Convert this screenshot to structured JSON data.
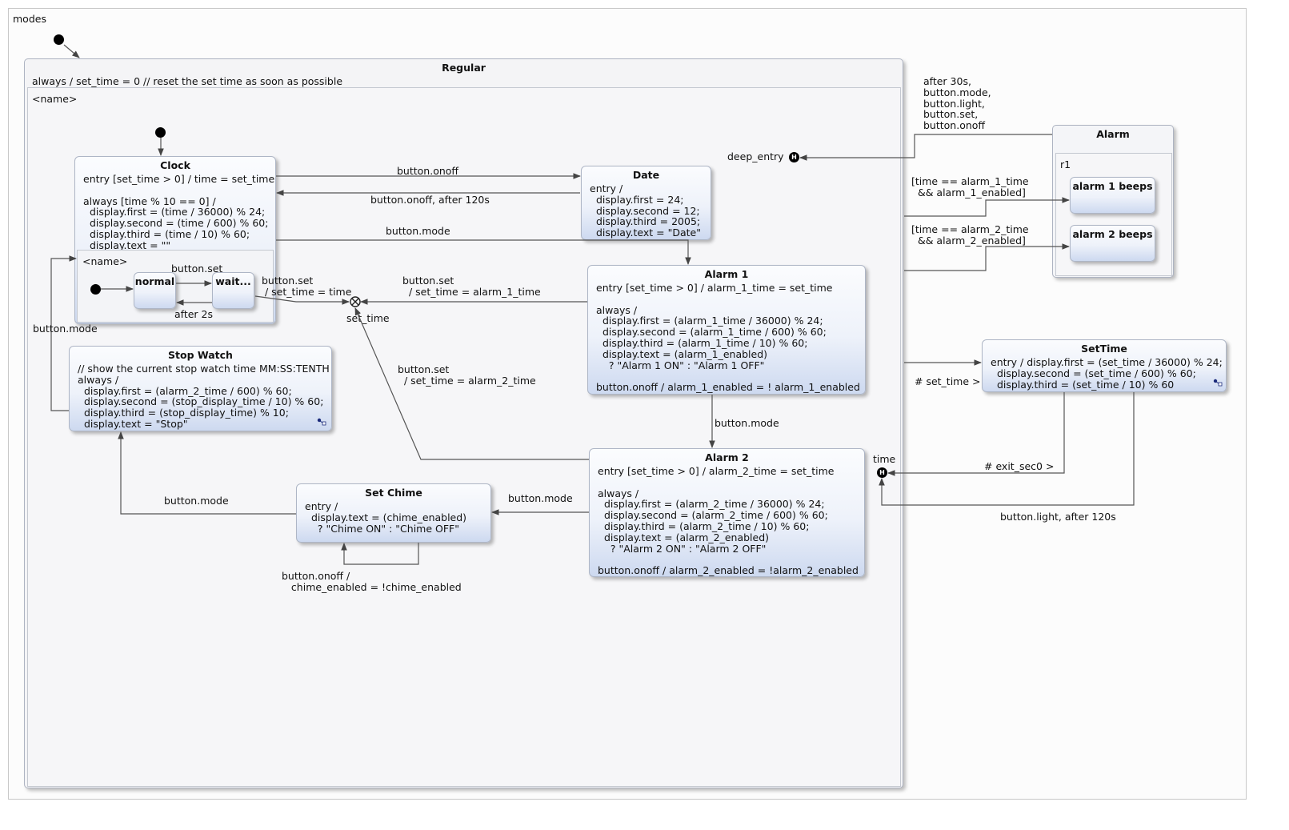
{
  "diagram": {
    "root_name": "modes",
    "regular": {
      "title": "Regular",
      "reaction": "always / set_time = 0 // reset the set time as soon as possible",
      "region_name": "<name>"
    },
    "clock": {
      "title": "Clock",
      "body": "entry [set_time > 0] / time = set_time\n\nalways [time % 10 == 0] /\n  display.first = (time / 36000) % 24;\n  display.second = (time / 600) % 60;\n  display.third = (time / 10) % 60;\n  display.text = \"\"",
      "region_name": "<name>",
      "normal": "normal",
      "waiting": "wait..."
    },
    "date": {
      "title": "Date",
      "body": "entry /\n  display.first = 24;\n  display.second = 12;\n  display.third = 2005;\n  display.text = \"Date\""
    },
    "alarm1": {
      "title": "Alarm 1",
      "body": "entry [set_time > 0] / alarm_1_time = set_time\n\nalways /\n  display.first = (alarm_1_time / 36000) % 24;\n  display.second = (alarm_1_time / 600) % 60;\n  display.third = (alarm_1_time / 10) % 60;\n  display.text = (alarm_1_enabled)\n    ? \"Alarm 1 ON\" : \"Alarm 1 OFF\"\n\nbutton.onoff / alarm_1_enabled = ! alarm_1_enabled"
    },
    "alarm2": {
      "title": "Alarm 2",
      "body": "entry [set_time > 0] / alarm_2_time = set_time\n\nalways /\n  display.first = (alarm_2_time / 36000) % 24;\n  display.second = (alarm_2_time / 600) % 60;\n  display.third = (alarm_2_time / 10) % 60;\n  display.text = (alarm_2_enabled)\n    ? \"Alarm 2 ON\" : \"Alarm 2 OFF\"\n\nbutton.onoff / alarm_2_enabled = !alarm_2_enabled"
    },
    "stopwatch": {
      "title": "Stop Watch",
      "body": "// show the current stop watch time MM:SS:TENTH\nalways /\n  display.first = (alarm_2_time / 600) % 60;\n  display.second = (stop_display_time / 10) % 60;\n  display.third = (stop_display_time) % 10;\n  display.text = \"Stop\""
    },
    "setchime": {
      "title": "Set Chime",
      "body": "entry /\n  display.text = (chime_enabled)\n    ? \"Chime ON\" : \"Chime OFF\""
    },
    "alarm": {
      "title": "Alarm",
      "region_name": "r1",
      "beeps1": "alarm 1 beeps",
      "beeps2": "alarm 2 beeps"
    },
    "settime": {
      "title": "SetTime",
      "body": "entry / display.first = (set_time / 36000) % 24;\n  display.second = (set_time / 600) % 60;\n  display.third = (set_time / 10) % 60"
    },
    "pseudo": {
      "deep_entry": "deep_entry",
      "set_time": "set_time",
      "time": "time",
      "history_glyph": "H"
    },
    "transitions": {
      "clock_date": "button.onoff",
      "date_clock": "button.onoff, after 120s",
      "clock_alarm1": "button.mode",
      "normal_wait": "button.set",
      "wait_normal": "after 2s",
      "wait_exit": "button.set\n / set_time = time",
      "alarm1_exit": "button.set\n  / set_time = alarm_1_time",
      "alarm2_exit": "button.set\n  / set_time = alarm_2_time",
      "alarm1_alarm2": "button.mode",
      "alarm2_setchime": "button.mode",
      "setchime_stopwatch": "button.mode",
      "setchime_self": "button.onoff /\n   chime_enabled = !chime_enabled",
      "stopwatch_clock": "button.mode",
      "alarm_deep": "after 30s,\nbutton.mode,\nbutton.light,\nbutton.set,\nbutton.onoff",
      "regular_beeps1": "[time == alarm_1_time\n  && alarm_1_enabled]",
      "regular_beeps2": "[time == alarm_2_time\n  && alarm_2_enabled]",
      "regular_settime": "# set_time >",
      "settime_exit": "# exit_sec0 >",
      "settime_light": "button.light, after 120s"
    }
  }
}
